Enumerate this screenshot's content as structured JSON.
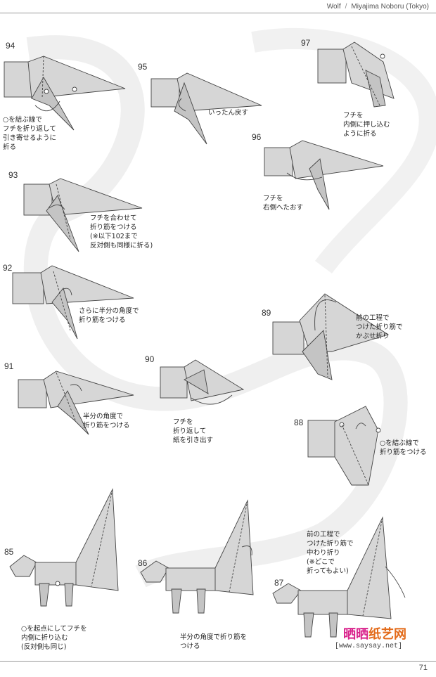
{
  "header": {
    "left": "Wolf",
    "separator": "/",
    "right": "Miyajima Noboru (Tokyo)"
  },
  "page_number": "71",
  "steps": [
    {
      "num": "94",
      "note": "○を結ぶ線で\nフチを折り返して\n引き寄せるように\n折る"
    },
    {
      "num": "95",
      "note": "いったん戻す"
    },
    {
      "num": "97",
      "note": "フチを\n内側に押し込む\nように折る"
    },
    {
      "num": "96",
      "note": "フチを\n右側へたおす"
    },
    {
      "num": "93",
      "note": "フチを合わせて\n折り筋をつける\n(※以下102まで\n反対側も同様に折る)"
    },
    {
      "num": "92",
      "note": "さらに半分の角度で\n折り筋をつける"
    },
    {
      "num": "89",
      "note": "前の工程で\nつけた折り筋で\nかぶせ折り"
    },
    {
      "num": "91",
      "note": "半分の角度で\n折り筋をつける"
    },
    {
      "num": "90",
      "note": "フチを\n折り返して\n紙を引き出す"
    },
    {
      "num": "88",
      "note": "○を結ぶ線で\n折り筋をつける"
    },
    {
      "num": "85",
      "note": "○を起点にしてフチを\n内側に折り込む\n(反対側も同じ)"
    },
    {
      "num": "86",
      "note": "半分の角度で折り筋を\nつける"
    },
    {
      "num": "87",
      "note": "前の工程で\nつけた折り筋で\n中わり折り\n(※どこで\n折ってもよい)"
    }
  ],
  "watermark": {
    "part1": "晒晒",
    "part2": "纸艺网",
    "url": "[www.saysay.net]"
  },
  "colors": {
    "paper": "#d6d6d6",
    "paper_dark": "#b9b9b9",
    "line": "#444444",
    "swirl": "#eeeeee"
  }
}
